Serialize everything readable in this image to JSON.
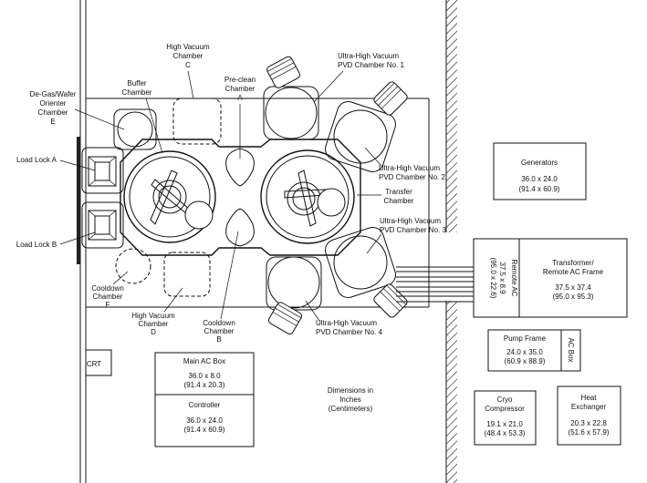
{
  "labels": {
    "hv_c": [
      "High Vacuum",
      "Chamber",
      "C"
    ],
    "buffer": [
      "Buffer",
      "Chamber"
    ],
    "preclean": [
      "Pre-clean",
      "Chamber",
      "A"
    ],
    "uhv1": [
      "Ultra-High Vacuum",
      "PVD Chamber No. 1"
    ],
    "degas": [
      "De-Gas/Wafer",
      "Orienter",
      "Chamber",
      "E"
    ],
    "load_a": "Load Lock A",
    "load_b": "Load Lock B",
    "uhv2": [
      "Ultra-High Vacuum",
      "PVD Chamber No. 2"
    ],
    "transfer": [
      "Transfer",
      "Chamber"
    ],
    "uhv3": [
      "Ultra-High Vacuum",
      "PVD Chamber No. 3"
    ],
    "cooldown_f": [
      "Cooldown",
      "Chamber",
      "F"
    ],
    "hv_d": [
      "High Vacuum",
      "Chamber",
      "D"
    ],
    "cooldown_b": [
      "Cooldown",
      "Chamber",
      "B"
    ],
    "uhv4": [
      "Ultra-High Vacuum",
      "PVD Chamber No. 4"
    ],
    "crt": "CRT",
    "dimensions_note": [
      "Dimensions in",
      "Inches",
      "(Centimeters)"
    ]
  },
  "equipment": {
    "generators": {
      "name": "Generators",
      "dims": "36.0 x 24.0",
      "dims_cm": "(91.4 x 60.9)"
    },
    "remote_ac": {
      "name": "Remote AC",
      "dims": "37.5 x 8.9",
      "dims_cm": "(95.0 x 22.6)"
    },
    "transformer": {
      "name": [
        "Transformer/",
        "Remote AC Frame"
      ],
      "dims": "37.5 x 37.4",
      "dims_cm": "(95.0 x 95.3)"
    },
    "pump_frame": {
      "name": "Pump Frame",
      "dims": "24.0 x 35.0",
      "dims_cm": "(60.9 x 88.9)"
    },
    "ac_box": {
      "name": "AC Box"
    },
    "main_ac_box": {
      "name": "Main AC Box",
      "dims": "36.0 x 8.0",
      "dims_cm": "(91.4 x 20.3)"
    },
    "controller": {
      "name": "Controller",
      "dims": "36.0 x 24.0",
      "dims_cm": "(91.4 x 60.9)"
    },
    "cryo": {
      "name": [
        "Cryo",
        "Compressor"
      ],
      "dims": "19.1 x 21.0",
      "dims_cm": "(48.4 x 53.3)"
    },
    "heat_exchanger": {
      "name": [
        "Heat",
        "Exchanger"
      ],
      "dims": "20.3 x 22.8",
      "dims_cm": "(51.6 x 57.9)"
    }
  }
}
